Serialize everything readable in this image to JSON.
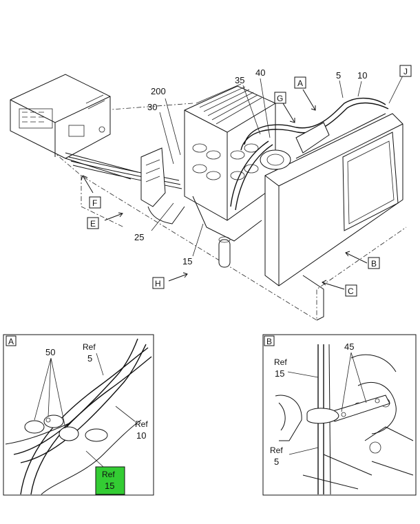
{
  "main_view": {
    "callouts": [
      "200",
      "30",
      "35",
      "40",
      "5",
      "10",
      "25",
      "15"
    ],
    "view_labels": [
      "A",
      "G",
      "J",
      "F",
      "E",
      "B",
      "H",
      "C"
    ]
  },
  "detail_a": {
    "title": "A",
    "part_50": "50",
    "ref5_top": "Ref",
    "ref5_num": "5",
    "ref10_top": "Ref",
    "ref10_num": "10",
    "ref15_top": "Ref",
    "ref15_num": "15",
    "highlight_color": "#33cc33"
  },
  "detail_b": {
    "title": "B",
    "part_45": "45",
    "ref15_top": "Ref",
    "ref15_num": "15",
    "ref5_top": "Ref",
    "ref5_num": "5"
  }
}
